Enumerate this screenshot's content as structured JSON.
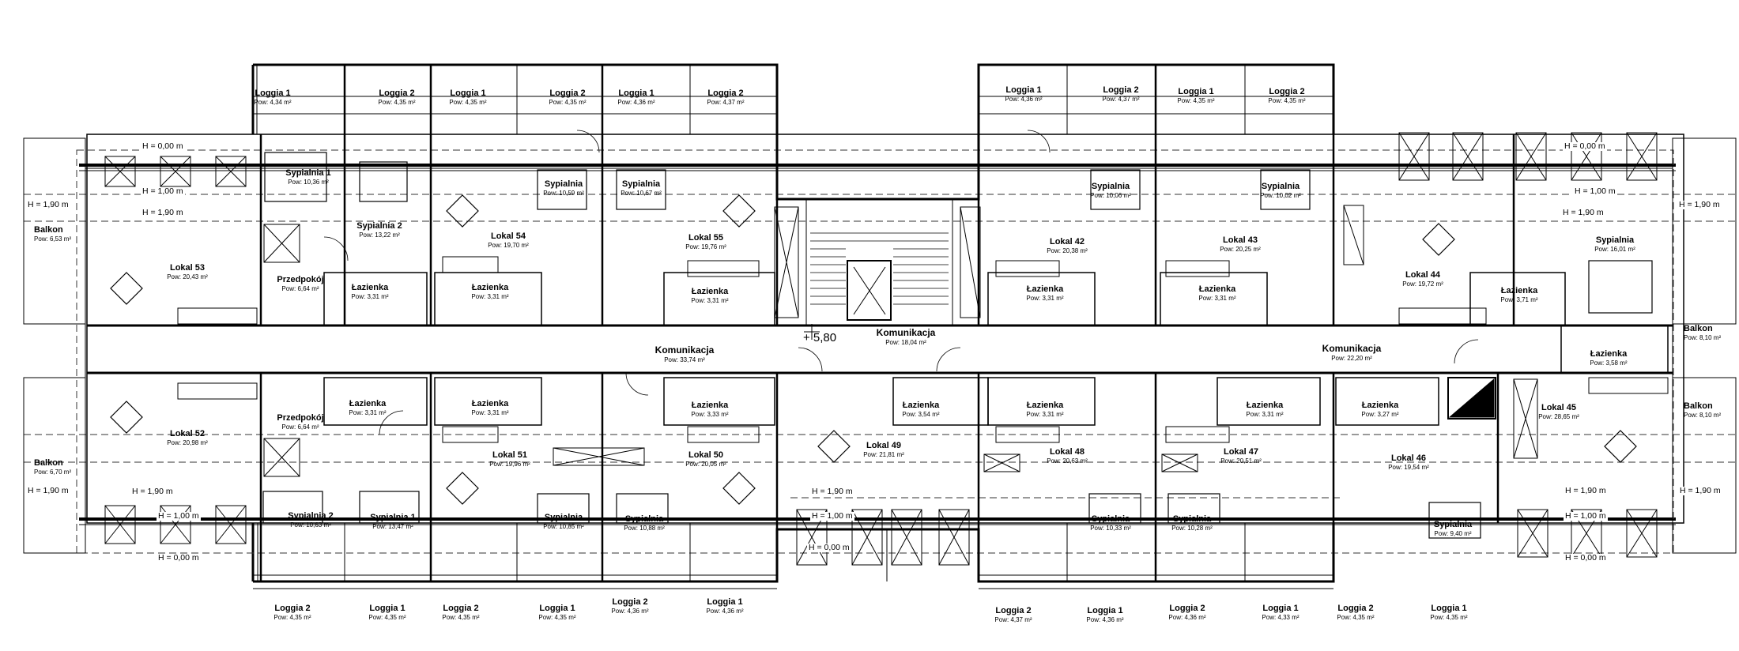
{
  "drawing": {
    "elevation_label": "+ 5,80",
    "rooms": [
      {
        "name": "Loggia 1",
        "area": "Pow: 4,34 m²"
      },
      {
        "name": "Loggia 2",
        "area": "Pow: 4,35 m²"
      },
      {
        "name": "Loggia 1",
        "area": "Pow: 4,35 m²"
      },
      {
        "name": "Loggia 2",
        "area": "Pow: 4,35 m²"
      },
      {
        "name": "Loggia 1",
        "area": "Pow: 4,36 m²"
      },
      {
        "name": "Loggia 2",
        "area": "Pow: 4,37 m²"
      },
      {
        "name": "Loggia 1",
        "area": "Pow: 4,36 m²"
      },
      {
        "name": "Loggia 2",
        "area": "Pow: 4,37 m²"
      },
      {
        "name": "Loggia 1",
        "area": "Pow: 4,35 m²"
      },
      {
        "name": "Loggia 2",
        "area": "Pow: 4,35 m²"
      },
      {
        "name": "Sypialnia 1",
        "area": "Pow: 10,36 m²"
      },
      {
        "name": "Sypialnia 2",
        "area": "Pow: 13,22 m²"
      },
      {
        "name": "Sypialnia",
        "area": "Pow: 10,59 m²"
      },
      {
        "name": "Sypialnia",
        "area": "Pow: 10,67 m²"
      },
      {
        "name": "Sypialnia",
        "area": "Pow: 10,06 m²"
      },
      {
        "name": "Sypialnia",
        "area": "Pow: 10,02 m²"
      },
      {
        "name": "Sypialnia",
        "area": "Pow: 16,01 m²"
      },
      {
        "name": "Balkon",
        "area": "Pow: 6,53 m²"
      },
      {
        "name": "Lokal 53",
        "area": "Pow: 20,43 m²"
      },
      {
        "name": "Przedpokój",
        "area": "Pow:        6,64 m²"
      },
      {
        "name": "Lokal 54",
        "area": "Pow: 19,70 m²"
      },
      {
        "name": "Lokal 55",
        "area": "Pow: 19,76 m²"
      },
      {
        "name": "Lokal 42",
        "area": "Pow: 20,38 m²"
      },
      {
        "name": "Lokal 43",
        "area": "Pow: 20,25 m²"
      },
      {
        "name": "Lokal 44",
        "area": "Pow: 19,72 m²"
      },
      {
        "name": "Łazienka",
        "area": "Pow: 3,31 m²"
      },
      {
        "name": "Łazienka",
        "area": "Pow: 3,31 m²"
      },
      {
        "name": "Łazienka",
        "area": "Pow: 3,31 m²"
      },
      {
        "name": "Łazienka",
        "area": "Pow: 3,31 m²"
      },
      {
        "name": "Łazienka",
        "area": "Pow: 3,31 m²"
      },
      {
        "name": "Łazienka",
        "area": "Pow: 3,71 m²"
      },
      {
        "name": "Łazienka",
        "area": "Pow: 3,58 m²"
      },
      {
        "name": "Balkon",
        "area": "Pow: 8,10 m²"
      },
      {
        "name": "Komunikacja",
        "area": "Pow:        18,04 m²"
      },
      {
        "name": "Komunikacja",
        "area": "Pow:        33,74 m²"
      },
      {
        "name": "Komunikacja",
        "area": "Pow:        22,20 m²"
      },
      {
        "name": "Łazienka",
        "area": "Pow: 3,31 m²"
      },
      {
        "name": "Łazienka",
        "area": "Pow: 3,31 m²"
      },
      {
        "name": "Łazienka",
        "area": "Pow: 3,33 m²"
      },
      {
        "name": "Łazienka",
        "area": "Pow: 3,54 m²"
      },
      {
        "name": "Łazienka",
        "area": "Pow: 3,31 m²"
      },
      {
        "name": "Łazienka",
        "area": "Pow: 3,31 m²"
      },
      {
        "name": "Łazienka",
        "area": "Pow: 3,27 m²"
      },
      {
        "name": "Przedpokój",
        "area": "Pow:        6,64 m²"
      },
      {
        "name": "Lokal 52",
        "area": "Pow: 20,98 m²"
      },
      {
        "name": "Balkon",
        "area": "Pow: 6,70 m²"
      },
      {
        "name": "Lokal 51",
        "area": "Pow: 19,96 m²"
      },
      {
        "name": "Lokal 50",
        "area": "Pow: 20,05 m²"
      },
      {
        "name": "Lokal 49",
        "area": "Pow: 21,81 m²"
      },
      {
        "name": "Lokal 48",
        "area": "Pow: 20,63 m²"
      },
      {
        "name": "Lokal 47",
        "area": "Pow: 20,51 m²"
      },
      {
        "name": "Lokal 46",
        "area": "Pow: 19,54 m²"
      },
      {
        "name": "Lokal 45",
        "area": "Pow: 28,65 m²"
      },
      {
        "name": "Balkon",
        "area": "Pow: 8,10 m²"
      },
      {
        "name": "Sypialnia 2",
        "area": "Pow: 10,63 m²"
      },
      {
        "name": "Sypialnia 1",
        "area": "Pow: 13,47 m²"
      },
      {
        "name": "Sypialnia",
        "area": "Pow: 10,85 m²"
      },
      {
        "name": "Sypialnia",
        "area": "Pow: 10,88 m²"
      },
      {
        "name": "Sypialnia",
        "area": "Pow: 10,33 m²"
      },
      {
        "name": "Sypialnia",
        "area": "Pow: 10,28 m²"
      },
      {
        "name": "Sypialnia",
        "area": "Pow: 9,40 m²"
      },
      {
        "name": "Loggia 2",
        "area": "Pow: 4,35 m²"
      },
      {
        "name": "Loggia 1",
        "area": "Pow: 4,35 m²"
      },
      {
        "name": "Loggia 2",
        "area": "Pow: 4,35 m²"
      },
      {
        "name": "Loggia 1",
        "area": "Pow: 4,35 m²"
      },
      {
        "name": "Loggia 2",
        "area": "Pow: 4,36 m²"
      },
      {
        "name": "Loggia 1",
        "area": "Pow: 4,36 m²"
      },
      {
        "name": "Loggia 2",
        "area": "Pow: 4,37 m²"
      },
      {
        "name": "Loggia 1",
        "area": "Pow: 4,36 m²"
      },
      {
        "name": "Loggia 2",
        "area": "Pow: 4,36 m²"
      },
      {
        "name": "Loggia 1",
        "area": "Pow: 4,33 m²"
      },
      {
        "name": "Loggia 2",
        "area": "Pow: 4,35 m²"
      },
      {
        "name": "Loggia 1",
        "area": "Pow: 4,35 m²"
      }
    ],
    "heights": [
      "H = 0,00 m",
      "H = 1,00 m",
      "H = 1,90 m",
      "H = 1,90 m",
      "H = 0,00 m",
      "H = 1,00 m",
      "H = 1,90 m",
      "H = 1,90 m",
      "H = 1,90 m",
      "H = 1,90 m",
      "H = 1,00 m",
      "H = 0,00 m",
      "H = 1,90 m",
      "H = 1,00 m",
      "H = 0,00 m",
      "H = 1,90 m",
      "H = 1,00 m",
      "H = 0,00 m",
      "H = 1,90 m"
    ]
  }
}
